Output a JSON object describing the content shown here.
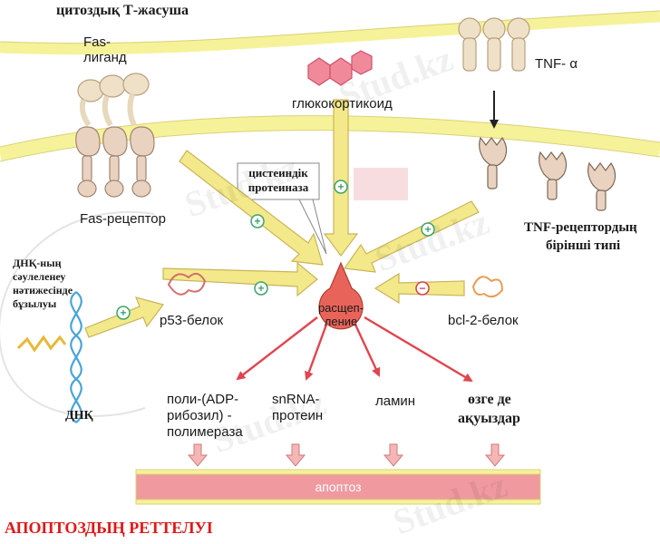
{
  "labels": {
    "cytotoxic_t_cell": "цитоздық Т-жасуша",
    "fas_ligand_line1": "Fas-",
    "fas_ligand_line2": "лиганд",
    "glucocorticoid": "глюкокортикоид",
    "tnf_alpha": "TNF- α",
    "cysteine_protease_line1": "цистеиндік",
    "cysteine_protease_line2": "протеиназа",
    "fas_receptor": "Fas-рецептор",
    "tnf_receptor_line1": "TNF-рецептордың",
    "tnf_receptor_line2": "бірінші типі",
    "dna_damage_line1": "ДНҚ-ның",
    "dna_damage_line2": "сәулеленеу",
    "dna_damage_line3": "нәтижесінде",
    "dna_damage_line4": "бұзылуы",
    "p53": "p53-белок",
    "bcl2": "bcl-2-белок",
    "cleavage_line1": "расщеп-",
    "cleavage_line2": "ление",
    "parp_line1": "поли-(ADP-",
    "parp_line2": "рибозил) -",
    "parp_line3": "полимераза",
    "snrna_line1": "snRNA-",
    "snrna_line2": "протеин",
    "lamin": "ламин",
    "other_proteins_line1": "өзге де",
    "other_proteins_line2": "ақуыздар",
    "dna": "ДНҚ",
    "apoptosis": "апоптоз",
    "figure_title": "АПОПТОЗДЫҢ РЕТТЕЛУІ"
  },
  "signs": {
    "plus": "+",
    "minus": "−"
  },
  "watermark": "Stud.kz",
  "colors": {
    "membrane": "#f6f29a",
    "arrow_yellow": "#f3e98a",
    "arrow_outline": "#c9b45a",
    "caspase": "#e8645a",
    "red_arrow": "#e0454f",
    "apoptosis_bar": "#f09aa0",
    "title_red": "#e01818",
    "dna_blue": "#4aa3d8",
    "receptor": "#e9d3c0"
  }
}
